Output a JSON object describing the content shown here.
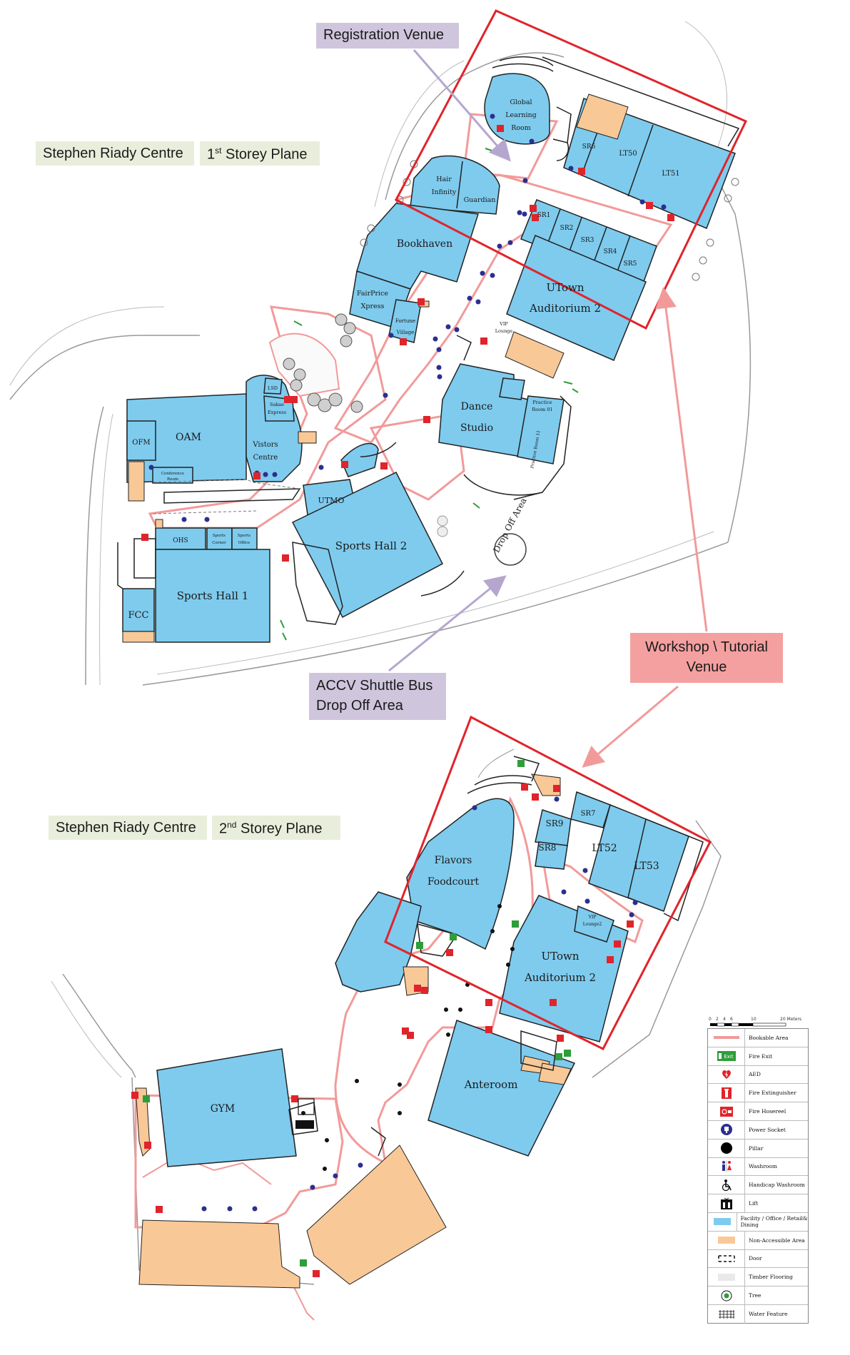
{
  "floors": [
    {
      "building": "Stephen Riady Centre",
      "storey_prefix": "1",
      "storey_suffix": "st",
      "storey_rest": "Storey Plane"
    },
    {
      "building": "Stephen Riady Centre",
      "storey_prefix": "2",
      "storey_suffix": "nd",
      "storey_rest": "Storey Plane"
    }
  ],
  "callouts": {
    "registration": "Registration Venue",
    "shuttle_line1": "ACCV Shuttle Bus",
    "shuttle_line2": "Drop Off Area",
    "workshop_line1": "Workshop \\ Tutorial",
    "workshop_line2": "Venue"
  },
  "rooms_l1": {
    "global": [
      "Global",
      "Learning",
      "Room"
    ],
    "hair": [
      "Hair",
      "Infinity"
    ],
    "guardian": "Guardian",
    "bookhaven": "Bookhaven",
    "fairprice": [
      "FairPrice",
      "Xpress"
    ],
    "fortune": [
      "Fortune",
      "Village"
    ],
    "sr1": "SR1",
    "sr2": "SR2",
    "sr3": "SR3",
    "sr4": "SR4",
    "sr5": "SR5",
    "sr6": "SR6",
    "lt50": "LT50",
    "lt51": "LT51",
    "utown": [
      "UTown",
      "Auditorium 2"
    ],
    "vip": [
      "VIP",
      "Lounge"
    ],
    "dance": [
      "Dance",
      "Studio"
    ],
    "practice1": [
      "Practice",
      "Room 01"
    ],
    "practice2": "Practice Room 11",
    "oam": "OAM",
    "ofm": "OFM",
    "lsd": "LSD",
    "sakae": [
      "Sakae",
      "Express"
    ],
    "visitors": [
      "Vistors",
      "Centre"
    ],
    "conference": [
      "Conference",
      "Room"
    ],
    "ohs": "OHS",
    "sports_corner": [
      "Sports",
      "Corner"
    ],
    "sports_office": [
      "Sports",
      "Office"
    ],
    "utmo": "UTMO",
    "sports_hall_2": "Sports Hall 2",
    "sports_hall_1": "Sports Hall 1",
    "fcc": "FCC",
    "drop_off": "Drop Off Area"
  },
  "rooms_l2": {
    "flavors": [
      "Flavors",
      "Foodcourt"
    ],
    "sr7": "SR7",
    "sr8": "SR8",
    "sr9": "SR9",
    "lt52": "LT52",
    "lt53": "LT53",
    "vip2": [
      "VIP",
      "Lounge2"
    ],
    "utown": [
      "UTown",
      "Auditorium 2"
    ],
    "anteroom": "Anteroom",
    "gym": "GYM"
  },
  "legend": {
    "scale_ticks": [
      "0",
      "2",
      "4",
      "6",
      "10",
      "20 Meters"
    ],
    "items": [
      {
        "icon": "bookable-area-icon",
        "label": "Bookable Area"
      },
      {
        "icon": "fire-exit-icon",
        "label": "Fire Exit",
        "sym": "Exit"
      },
      {
        "icon": "aed-icon",
        "label": "AED"
      },
      {
        "icon": "fire-extinguisher-icon",
        "label": "Fire Extinguisher"
      },
      {
        "icon": "fire-hosereel-icon",
        "label": "Fire Hosereel"
      },
      {
        "icon": "power-socket-icon",
        "label": "Power Socket"
      },
      {
        "icon": "pillar-icon",
        "label": "Pillar"
      },
      {
        "icon": "washroom-icon",
        "label": "Washroom"
      },
      {
        "icon": "handicap-washroom-icon",
        "label": "Handicap Washroom"
      },
      {
        "icon": "lift-icon",
        "label": "Lift"
      },
      {
        "icon": "facility-swatch-icon",
        "label": "Facility / Office / Retail& Dining"
      },
      {
        "icon": "non-accessible-swatch-icon",
        "label": "Non-Accessible Area"
      },
      {
        "icon": "door-icon",
        "label": "Door"
      },
      {
        "icon": "timber-flooring-icon",
        "label": "Timber Flooring"
      },
      {
        "icon": "tree-icon",
        "label": "Tree"
      },
      {
        "icon": "water-feature-icon",
        "label": "Water Feature"
      }
    ]
  },
  "colors": {
    "facility": "#7ecbee",
    "non_accessible": "#f8c897",
    "bookable": "#f29a9a",
    "highlight": "#e0242b",
    "callout_arrow_purple": "#b5a6cf",
    "callout_arrow_pink": "#f29a9a",
    "socket": "#2b2f8f"
  }
}
